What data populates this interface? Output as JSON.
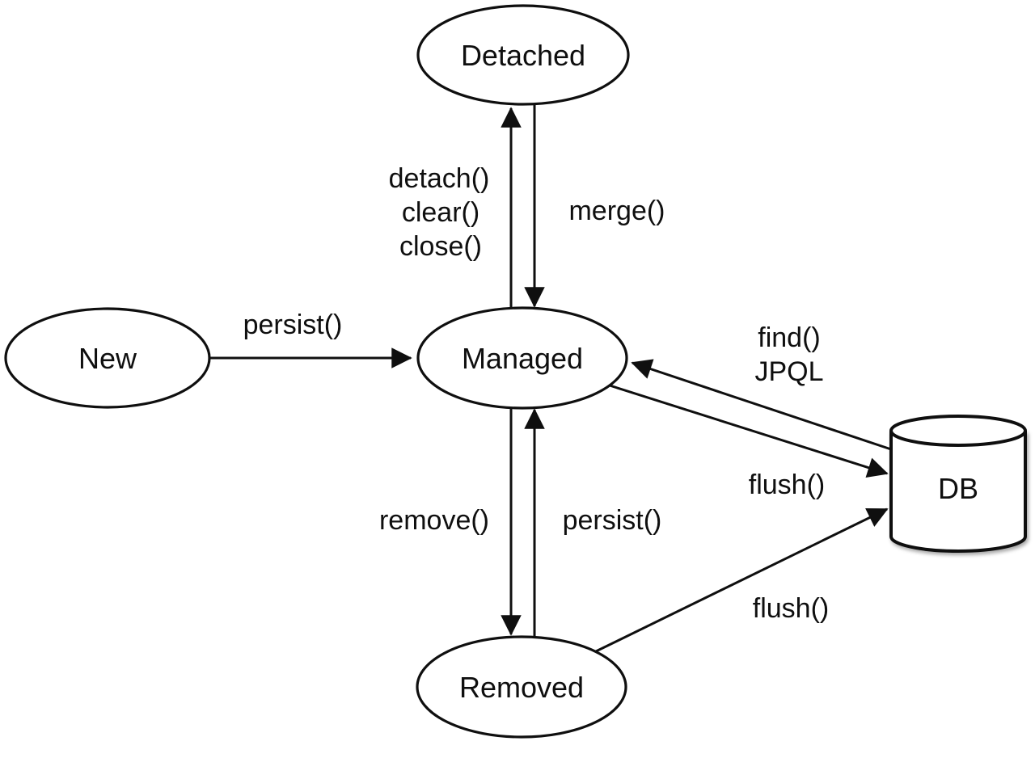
{
  "diagram": {
    "type": "state-transition-diagram",
    "background_color": "#ffffff",
    "line_color": "#0f0f0f",
    "nodes": {
      "new": {
        "label": "New",
        "shape": "ellipse"
      },
      "detached": {
        "label": "Detached",
        "shape": "ellipse"
      },
      "managed": {
        "label": "Managed",
        "shape": "ellipse"
      },
      "removed": {
        "label": "Removed",
        "shape": "ellipse"
      },
      "db": {
        "label": "DB",
        "shape": "cylinder"
      }
    },
    "edges": {
      "persist_new_to_managed": {
        "from": "New",
        "to": "Managed",
        "label": "persist()"
      },
      "detach_managed_to_detached": {
        "from": "Managed",
        "to": "Detached",
        "lines": [
          "detach()",
          "clear()",
          "close()"
        ]
      },
      "merge_detached_to_managed": {
        "from": "Detached",
        "to": "Managed",
        "label": "merge()"
      },
      "remove_managed_to_removed": {
        "from": "Managed",
        "to": "Removed",
        "label": "remove()"
      },
      "persist_removed_to_managed": {
        "from": "Removed",
        "to": "Managed",
        "label": "persist()"
      },
      "find_db_to_managed": {
        "from": "DB",
        "to": "Managed",
        "lines": [
          "find()",
          "JPQL"
        ]
      },
      "flush_managed_to_db": {
        "from": "Managed",
        "to": "DB",
        "label": "flush()"
      },
      "flush_removed_to_db": {
        "from": "Removed",
        "to": "DB",
        "label": "flush()"
      }
    }
  }
}
